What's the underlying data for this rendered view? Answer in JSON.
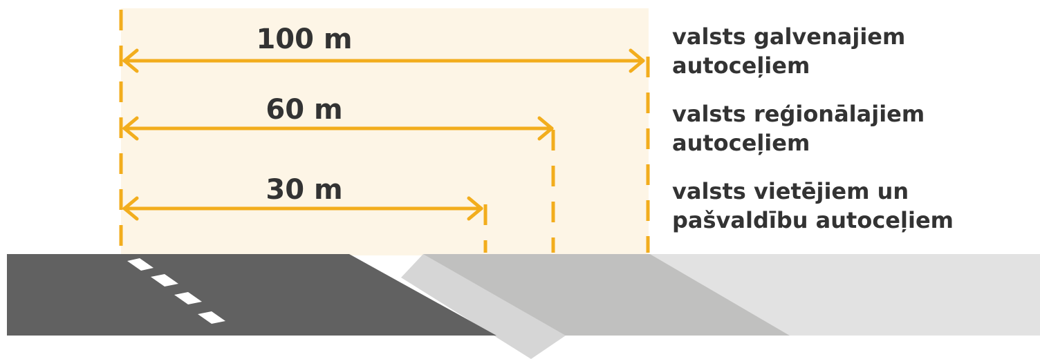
{
  "distances": [
    {
      "label": "100 m",
      "category": "valsts galvenajiem autoceļiem",
      "line1": "valsts galvenajiem",
      "line2": "autoceļiem"
    },
    {
      "label": "60 m",
      "category": "valsts reģionālajiem autoceļiem",
      "line1": "valsts reģionālajiem",
      "line2": "autoceļiem"
    },
    {
      "label": "30 m",
      "category": "valsts vietējiem un pašvaldību autoceļiem",
      "line1": "valsts vietējiem un",
      "line2": "pašvaldību autoceļiem"
    }
  ],
  "colors": {
    "accent": "#f2ad1d",
    "zone_fill": "#fdf5e6",
    "asphalt": "#616161",
    "shoulder": "#c0c0bf",
    "verge": "#e2e2e2",
    "ditch": "#d6d6d6",
    "text": "#333333"
  }
}
